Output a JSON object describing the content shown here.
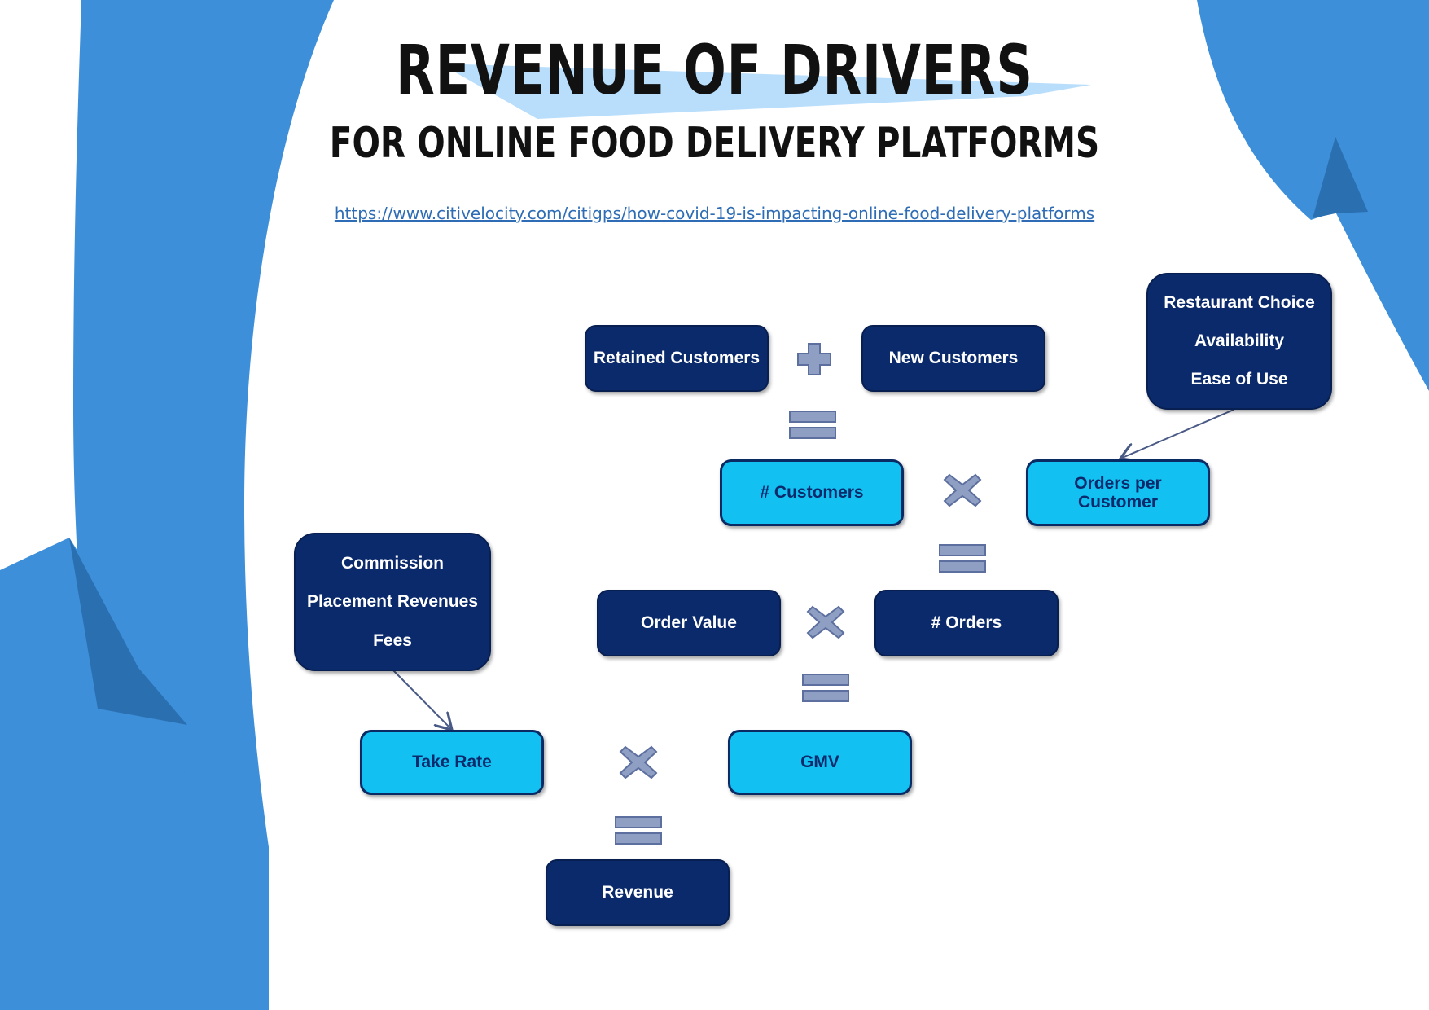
{
  "title": "REVENUE OF DRIVERS",
  "subtitle": "FOR ONLINE FOOD DELIVERY PLATFORMS",
  "source_link": "https://www.citivelocity.com/citigps/how-covid-19-is-impacting-online-food-delivery-platforms",
  "colors": {
    "dark_box": "#0b2a6b",
    "light_box": "#12c0f2",
    "operator": "#8f9fc4",
    "decoration_blue": "#3d8fd9",
    "title_highlight": "#b9defb"
  },
  "nodes": {
    "retained_customers": "Retained Customers",
    "new_customers": "New Customers",
    "customers_count": "# Customers",
    "orders_per_customer": "Orders per Customer",
    "order_value": "Order Value",
    "orders_count": "# Orders",
    "take_rate": "Take Rate",
    "gmv": "GMV",
    "revenue": "Revenue"
  },
  "driver_notes": {
    "orders_per_customer_drivers": [
      "Restaurant Choice",
      "Availability",
      "Ease of Use"
    ],
    "take_rate_drivers": [
      "Commission",
      "Placement Revenues",
      "Fees"
    ]
  },
  "operators": [
    "plus",
    "equals",
    "times",
    "equals",
    "times",
    "equals",
    "times",
    "equals"
  ]
}
